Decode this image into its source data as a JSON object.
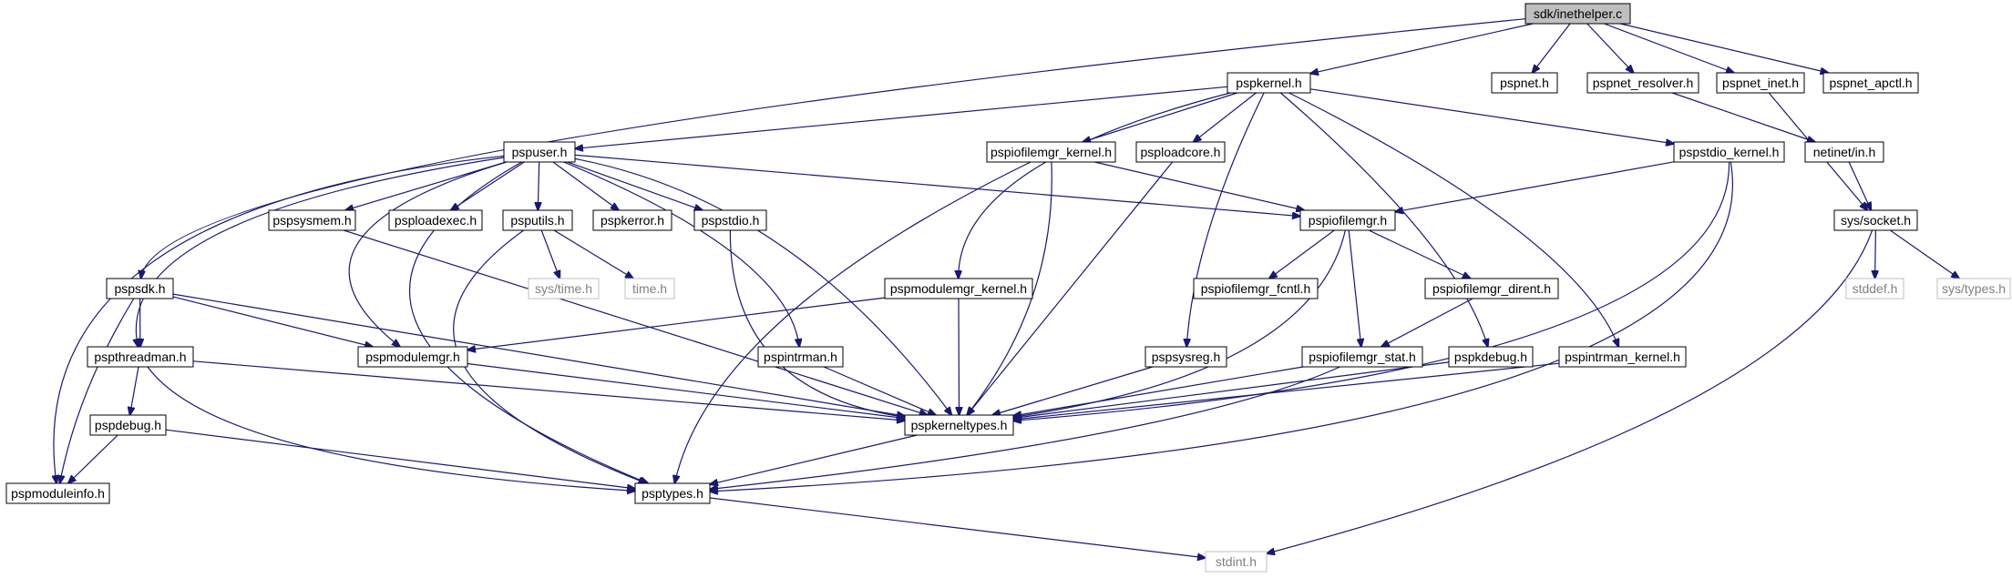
{
  "root": "sdk/inethelper.c",
  "nodes": [
    {
      "id": "sdk/inethelper.c",
      "style": "root"
    },
    {
      "id": "pspkernel.h",
      "style": "normal"
    },
    {
      "id": "pspnet.h",
      "style": "normal"
    },
    {
      "id": "pspnet_resolver.h",
      "style": "normal"
    },
    {
      "id": "pspnet_inet.h",
      "style": "normal"
    },
    {
      "id": "pspnet_apctl.h",
      "style": "normal"
    },
    {
      "id": "pspuser.h",
      "style": "normal"
    },
    {
      "id": "pspiofilemgr_kernel.h",
      "style": "normal"
    },
    {
      "id": "psploadcore.h",
      "style": "normal"
    },
    {
      "id": "pspstdio_kernel.h",
      "style": "normal"
    },
    {
      "id": "netinet/in.h",
      "style": "normal"
    },
    {
      "id": "pspsysmem.h",
      "style": "normal"
    },
    {
      "id": "psploadexec.h",
      "style": "normal"
    },
    {
      "id": "psputils.h",
      "style": "normal"
    },
    {
      "id": "pspkerror.h",
      "style": "normal"
    },
    {
      "id": "pspstdio.h",
      "style": "normal"
    },
    {
      "id": "pspiofilemgr.h",
      "style": "normal"
    },
    {
      "id": "sys/socket.h",
      "style": "normal"
    },
    {
      "id": "pspsdk.h",
      "style": "normal"
    },
    {
      "id": "sys/time.h",
      "style": "external"
    },
    {
      "id": "time.h",
      "style": "external"
    },
    {
      "id": "pspmodulemgr_kernel.h",
      "style": "normal"
    },
    {
      "id": "pspiofilemgr_fcntl.h",
      "style": "normal"
    },
    {
      "id": "pspiofilemgr_dirent.h",
      "style": "normal"
    },
    {
      "id": "stddef.h",
      "style": "external"
    },
    {
      "id": "sys/types.h",
      "style": "external"
    },
    {
      "id": "pspthreadman.h",
      "style": "normal"
    },
    {
      "id": "pspmodulemgr.h",
      "style": "normal"
    },
    {
      "id": "pspintrman.h",
      "style": "normal"
    },
    {
      "id": "pspsysreg.h",
      "style": "normal"
    },
    {
      "id": "pspiofilemgr_stat.h",
      "style": "normal"
    },
    {
      "id": "pspkdebug.h",
      "style": "normal"
    },
    {
      "id": "pspintrman_kernel.h",
      "style": "normal"
    },
    {
      "id": "pspkerneltypes.h",
      "style": "normal"
    },
    {
      "id": "pspdebug.h",
      "style": "normal"
    },
    {
      "id": "pspmoduleinfo.h",
      "style": "normal"
    },
    {
      "id": "psptypes.h",
      "style": "normal"
    },
    {
      "id": "stdint.h",
      "style": "external"
    }
  ],
  "edges": [
    [
      "sdk/inethelper.c",
      "pspkernel.h"
    ],
    [
      "sdk/inethelper.c",
      "pspnet.h"
    ],
    [
      "sdk/inethelper.c",
      "pspnet_resolver.h"
    ],
    [
      "sdk/inethelper.c",
      "pspnet_inet.h"
    ],
    [
      "sdk/inethelper.c",
      "pspnet_apctl.h"
    ],
    [
      "sdk/inethelper.c",
      "pspsdk.h"
    ],
    [
      "pspkernel.h",
      "pspuser.h"
    ],
    [
      "pspkernel.h",
      "pspiofilemgr_kernel.h"
    ],
    [
      "pspkernel.h",
      "psploadcore.h"
    ],
    [
      "pspkernel.h",
      "pspstdio_kernel.h"
    ],
    [
      "pspkernel.h",
      "pspmodulemgr_kernel.h"
    ],
    [
      "pspkernel.h",
      "pspsysreg.h"
    ],
    [
      "pspkernel.h",
      "pspkdebug.h"
    ],
    [
      "pspkernel.h",
      "pspintrman_kernel.h"
    ],
    [
      "pspnet_resolver.h",
      "netinet/in.h"
    ],
    [
      "pspnet_inet.h",
      "sys/socket.h"
    ],
    [
      "netinet/in.h",
      "sys/socket.h"
    ],
    [
      "pspuser.h",
      "pspsysmem.h"
    ],
    [
      "pspuser.h",
      "psploadexec.h"
    ],
    [
      "pspuser.h",
      "psputils.h"
    ],
    [
      "pspuser.h",
      "pspkerror.h"
    ],
    [
      "pspuser.h",
      "pspstdio.h"
    ],
    [
      "pspuser.h",
      "pspiofilemgr.h"
    ],
    [
      "pspuser.h",
      "pspthreadman.h"
    ],
    [
      "pspuser.h",
      "pspmodulemgr.h"
    ],
    [
      "pspuser.h",
      "pspintrman.h"
    ],
    [
      "pspuser.h",
      "pspkerneltypes.h"
    ],
    [
      "pspuser.h",
      "pspmoduleinfo.h"
    ],
    [
      "pspuser.h",
      "psptypes.h"
    ],
    [
      "pspiofilemgr_kernel.h",
      "pspiofilemgr.h"
    ],
    [
      "pspiofilemgr_kernel.h",
      "pspkerneltypes.h"
    ],
    [
      "pspiofilemgr_kernel.h",
      "psptypes.h"
    ],
    [
      "psploadcore.h",
      "pspkerneltypes.h"
    ],
    [
      "pspstdio_kernel.h",
      "pspiofilemgr.h"
    ],
    [
      "pspstdio_kernel.h",
      "pspkerneltypes.h"
    ],
    [
      "pspstdio_kernel.h",
      "psptypes.h"
    ],
    [
      "pspsysmem.h",
      "pspkerneltypes.h"
    ],
    [
      "psputils.h",
      "sys/time.h"
    ],
    [
      "psputils.h",
      "time.h"
    ],
    [
      "psputils.h",
      "psptypes.h"
    ],
    [
      "pspstdio.h",
      "pspkerneltypes.h"
    ],
    [
      "pspiofilemgr.h",
      "pspiofilemgr_fcntl.h"
    ],
    [
      "pspiofilemgr.h",
      "pspiofilemgr_dirent.h"
    ],
    [
      "pspiofilemgr.h",
      "pspiofilemgr_stat.h"
    ],
    [
      "pspiofilemgr.h",
      "pspkerneltypes.h"
    ],
    [
      "pspiofilemgr_dirent.h",
      "pspiofilemgr_stat.h"
    ],
    [
      "sys/socket.h",
      "stddef.h"
    ],
    [
      "sys/socket.h",
      "sys/types.h"
    ],
    [
      "sys/socket.h",
      "stdint.h"
    ],
    [
      "pspsdk.h",
      "pspthreadman.h"
    ],
    [
      "pspsdk.h",
      "pspmodulemgr.h"
    ],
    [
      "pspsdk.h",
      "pspkerneltypes.h"
    ],
    [
      "pspsdk.h",
      "pspmoduleinfo.h"
    ],
    [
      "pspmodulemgr_kernel.h",
      "pspmodulemgr.h"
    ],
    [
      "pspmodulemgr_kernel.h",
      "pspkerneltypes.h"
    ],
    [
      "pspthreadman.h",
      "pspdebug.h"
    ],
    [
      "pspthreadman.h",
      "pspkerneltypes.h"
    ],
    [
      "pspthreadman.h",
      "psptypes.h"
    ],
    [
      "pspmodulemgr.h",
      "pspkerneltypes.h"
    ],
    [
      "pspintrman.h",
      "pspkerneltypes.h"
    ],
    [
      "pspsysreg.h",
      "pspkerneltypes.h"
    ],
    [
      "pspiofilemgr_stat.h",
      "pspkerneltypes.h"
    ],
    [
      "pspiofilemgr_stat.h",
      "psptypes.h"
    ],
    [
      "pspkdebug.h",
      "pspkerneltypes.h"
    ],
    [
      "pspintrman_kernel.h",
      "pspkerneltypes.h"
    ],
    [
      "pspkerneltypes.h",
      "psptypes.h"
    ],
    [
      "pspdebug.h",
      "pspmoduleinfo.h"
    ],
    [
      "pspdebug.h",
      "psptypes.h"
    ],
    [
      "psptypes.h",
      "stdint.h"
    ]
  ],
  "colors": {
    "edge": "#191970",
    "node_border": "#000000",
    "node_text": "#000000",
    "root_fill": "#bfbfbf",
    "external_border": "#bfbfbf",
    "external_text": "#808080",
    "background": "#ffffff"
  }
}
